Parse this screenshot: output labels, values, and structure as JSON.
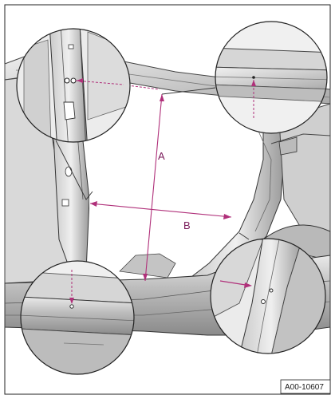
{
  "figure": {
    "dimension_a_label": "A",
    "dimension_b_label": "B",
    "reference_code": "A00-10607",
    "accent_color": "#b0307a"
  }
}
